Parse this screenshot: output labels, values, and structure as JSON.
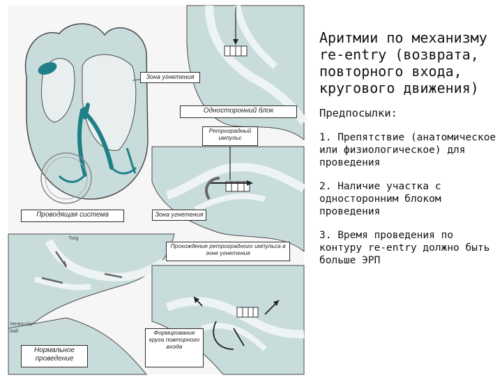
{
  "figure": {
    "labels": {
      "zone_slowing_top": "Зона угнетения",
      "one_way_block": "Односторонний блок",
      "retrograde_impulse": "Ретроградный импульс",
      "conduction_system": "Проводящая система",
      "zone_slowing_mid": "Зона угнетения",
      "retrograde_passage": "Прохождение ретроградного импульса в зоне угнетения",
      "twig": "Twig",
      "ventricular_wall": "Ventricular wall",
      "normal_conduction": "Нормальное проведение",
      "reentry_formation": "Формирование круга повторного входа"
    },
    "colors": {
      "tissue": "#c9dcdc",
      "conduction": "#1f7f86",
      "fiber": "#eef4f4",
      "outline": "#4a4a4a"
    }
  },
  "side_text": {
    "title": "Аритмии по механизму re-entry (возврата, повторного входа, кругового движения)",
    "prerequisites": "Предпосылки:",
    "conditions": [
      "1. Препятствие (анатомическое или физиологическое) для проведения",
      "2. Наличие участка с односторонним блоком проведения",
      "3. Время проведения по контуру re-entry должно быть больше ЭРП"
    ]
  }
}
